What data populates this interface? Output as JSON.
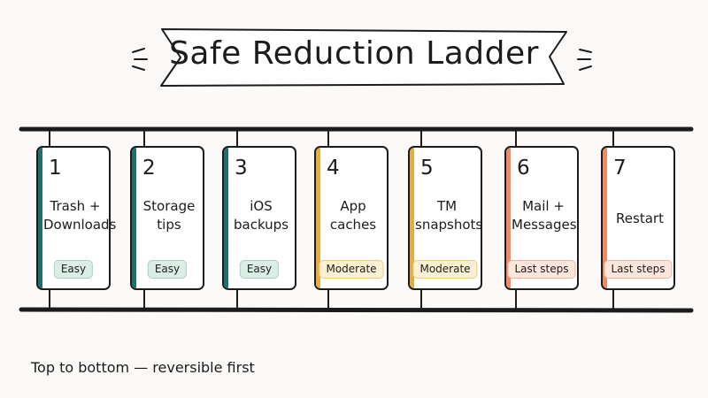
{
  "title": "Safe Reduction Ladder",
  "footer": "Top to bottom — reversible first",
  "levels": {
    "easy": {
      "badge": "Easy",
      "stripe": "#1f6f6b",
      "badge_bg": "#dbeee6",
      "badge_border": "#a9cfc1"
    },
    "moderate": {
      "badge": "Moderate",
      "stripe": "#e4ad3c",
      "badge_bg": "#fdf0d4",
      "badge_border": "#edc982"
    },
    "last": {
      "badge": "Last steps",
      "stripe": "#ee8a68",
      "badge_bg": "#fde6dc",
      "badge_border": "#efb39c"
    }
  },
  "steps": [
    {
      "number": "1",
      "label": "Trash +\nDownloads",
      "badge": "Easy",
      "level": "easy"
    },
    {
      "number": "2",
      "label": "Storage\ntips",
      "badge": "Easy",
      "level": "easy"
    },
    {
      "number": "3",
      "label": "iOS\nbackups",
      "badge": "Easy",
      "level": "easy"
    },
    {
      "number": "4",
      "label": "App\ncaches",
      "badge": "Moderate",
      "level": "moderate"
    },
    {
      "number": "5",
      "label": "TM\nsnapshots",
      "badge": "Moderate",
      "level": "moderate"
    },
    {
      "number": "6",
      "label": "Mail +\nMessages",
      "badge": "Last steps",
      "level": "last"
    },
    {
      "number": "7",
      "label": "Restart",
      "badge": "Last steps",
      "level": "last"
    }
  ]
}
